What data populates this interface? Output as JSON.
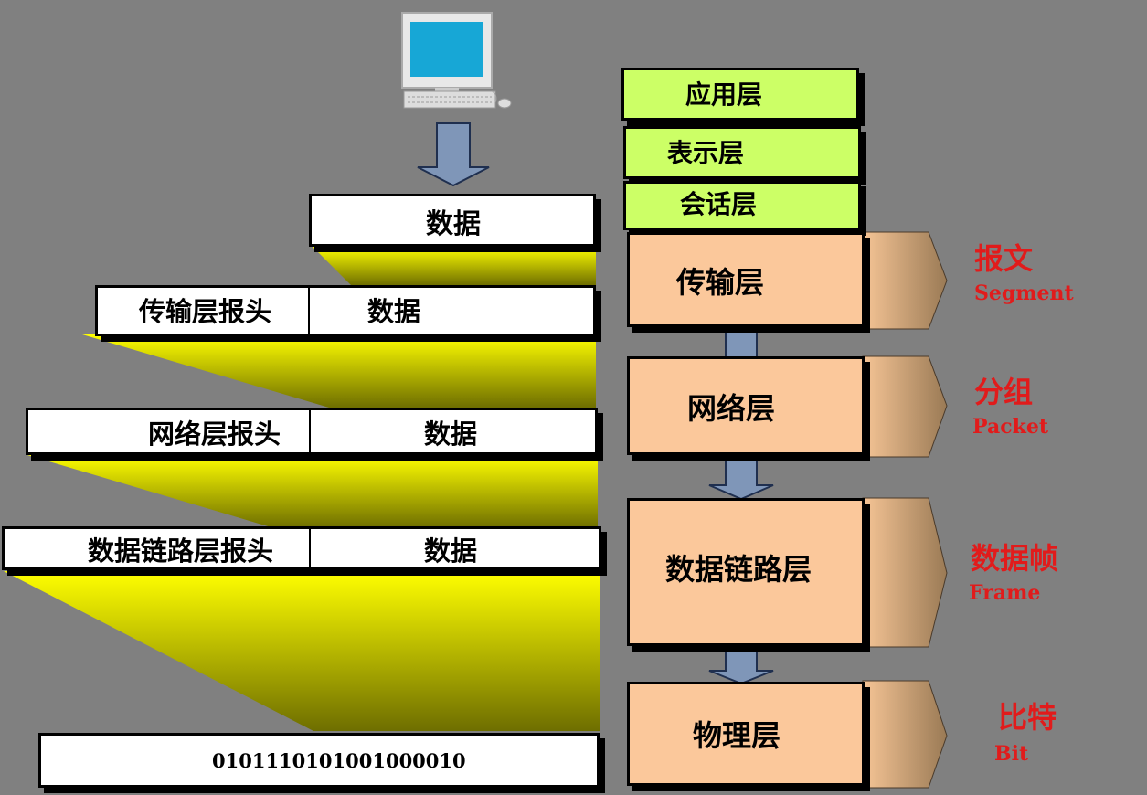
{
  "left_stack": {
    "data_block": "数据",
    "transport_row": {
      "header": "传输层报头",
      "data": "数据"
    },
    "network_row": {
      "header": "网络层报头",
      "data": "数据"
    },
    "datalink_row": {
      "header": "数据链路层报头",
      "data": "数据"
    },
    "bits": "0101110101001000010"
  },
  "upper_layers": [
    "应用层",
    "表示层",
    "会话层"
  ],
  "layers": [
    {
      "name": "传输层",
      "pdu_cn": "报文",
      "pdu_en": "Segment"
    },
    {
      "name": "网络层",
      "pdu_cn": "分组",
      "pdu_en": "Packet"
    },
    {
      "name": "数据链路层",
      "pdu_cn": "数据帧",
      "pdu_en": "Frame"
    },
    {
      "name": "物理层",
      "pdu_cn": "比特",
      "pdu_en": "Bit"
    }
  ],
  "colors": {
    "background": "#808080",
    "upper_layer_fill": "#ccff66",
    "layer_fill": "#fbc89b",
    "pdu_text": "#e11b1b",
    "wedge_fill": "#ffff00",
    "arrow_fill": "#7f96b8"
  }
}
